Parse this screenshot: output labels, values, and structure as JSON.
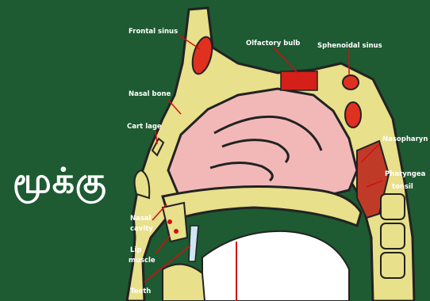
{
  "title": "மூக்கு",
  "labels": {
    "frontal_sinus": "Frontal sinus",
    "olfactory_bulb": "Olfactory bulb",
    "sphenoidal_sinus": "Sphenoidal sinus",
    "nasal_bone": "Nasal bone",
    "cartilage": "Cart lage",
    "nasopharynx": "Nasopharyn",
    "pharyngeal": "Pharyngea",
    "tonsil": "tonsil",
    "nasal": "Nasal",
    "cavity": "cavity",
    "lip": "Lip",
    "muscle": "muscle",
    "teeth": "Teeth"
  },
  "colors": {
    "background": "#1e5a32",
    "bone": "#e8e08a",
    "tissue": "#f2b8b8",
    "sinus": "#e03020",
    "label_line": "#d01010"
  }
}
